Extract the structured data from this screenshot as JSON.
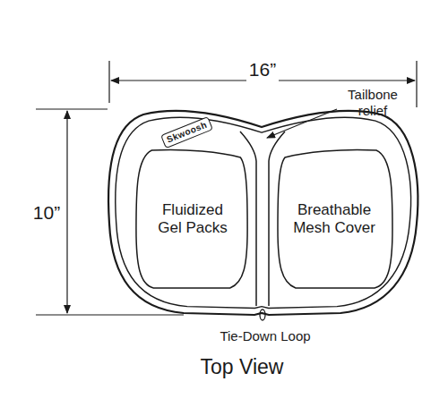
{
  "diagram": {
    "caption": "Top View",
    "nodes": [
      {
        "text": [
          "Skwoosh"
        ]
      },
      {
        "text": [
          "Fluidized Gel Packs"
        ]
      },
      {
        "text": [
          "Breathable Mesh Cover"
        ]
      }
    ],
    "labels": [
      "16”",
      "10”",
      "Tailbone relief",
      "Tie-Down Loop"
    ]
  }
}
